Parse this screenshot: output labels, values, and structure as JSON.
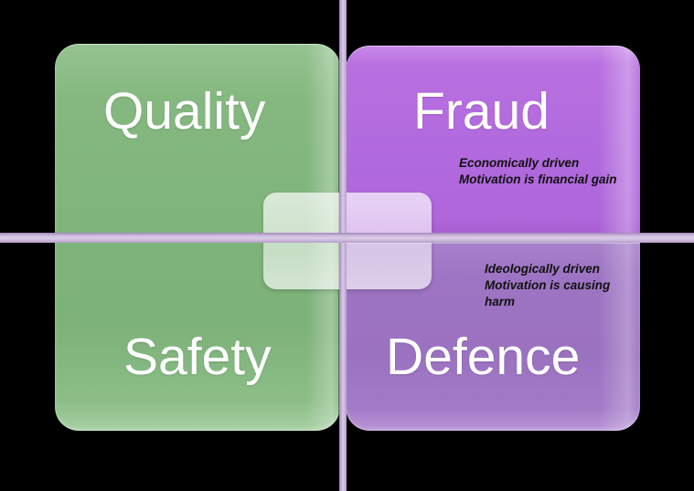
{
  "diagram": {
    "type": "2x2-quadrant-matrix",
    "title_visible": false,
    "colors": {
      "green_panel": "#7FB57B",
      "purple_top_panel": "#B26BDE",
      "purple_bottom_panel": "#9B72C0",
      "axis_line": "#CBB8DC",
      "center_overlay": "#FFFFFF",
      "label_text": "#FFFFFF",
      "subtext": "#111111",
      "background": "#000000"
    },
    "quadrants": [
      {
        "id": "top-left",
        "label": "Quality",
        "subtext": "",
        "color": "#7FB57B"
      },
      {
        "id": "top-right",
        "label": "Fraud",
        "subtext": "Economically driven\nMotivation is financial gain",
        "color": "#B26BDE"
      },
      {
        "id": "bottom-left",
        "label": "Safety",
        "subtext": "",
        "color": "#7FB57B"
      },
      {
        "id": "bottom-right",
        "label": "Defence",
        "subtext": "Ideologically driven\nMotivation is causing\nharm",
        "color": "#9B72C0"
      }
    ]
  }
}
